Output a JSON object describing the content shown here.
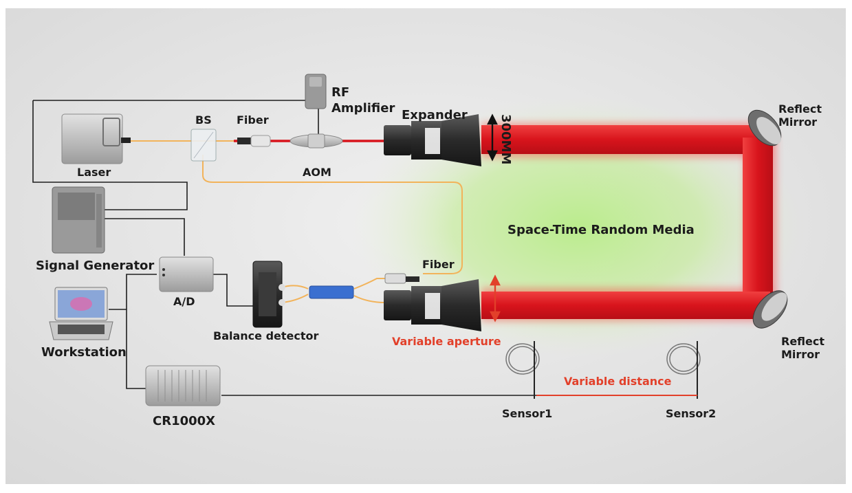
{
  "labels": {
    "rf_amplifier_line1": "RF",
    "rf_amplifier_line2": "Amplifier",
    "expander": "Expander",
    "size_300mm": "300MM",
    "reflect_mirror_top_line1": "Reflect",
    "reflect_mirror_top_line2": "Mirror",
    "bs": "BS",
    "fiber_top": "Fiber",
    "laser": "Laser",
    "aom": "AOM",
    "media": "Space-Time Random Media",
    "signal_generator": "Signal Generator",
    "fiber_bottom": "Fiber",
    "ad": "A/D",
    "workstation": "Workstation",
    "balance_detector": "Balance detector",
    "variable_aperture": "Variable aperture",
    "reflect_mirror_bottom_line1": "Reflect",
    "reflect_mirror_bottom_line2": "Mirror",
    "variable_distance": "Variable distance",
    "sensor1": "Sensor1",
    "sensor2": "Sensor2",
    "cr1000x": "CR1000X"
  },
  "colors": {
    "beam_red": "#e01a22",
    "fiber_orange": "#f2b35a",
    "media_green": "#a8e07a",
    "annotation_red": "#e2402a",
    "device_gray": "#b8b8b8",
    "cable_black": "#1e1e1e"
  }
}
